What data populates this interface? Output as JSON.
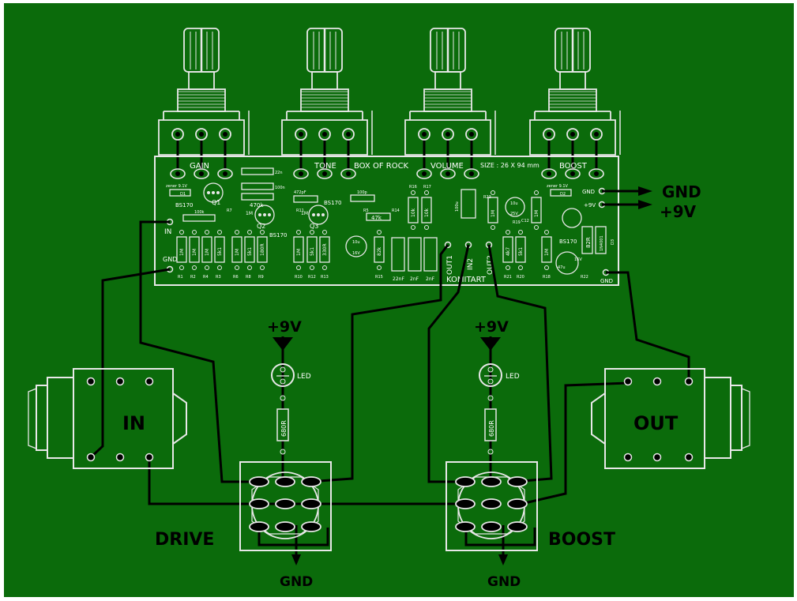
{
  "colors": {
    "board": "#0b6b0b",
    "silk": "#e8e8e8",
    "wire": "#000000"
  },
  "pcb": {
    "title": "BOX OF ROCK",
    "size": "SIZE : 26 X 94 mm",
    "brand": "KOMITART",
    "pot_labels": [
      "GAIN",
      "TONE",
      "VOLUME",
      "BOOST"
    ],
    "pins": {
      "in": "IN",
      "gnd": "GND",
      "gnd_right": "GND",
      "v9": "+9V",
      "gnd_bottom": "GND"
    },
    "outs": [
      "OUT1",
      "IN2",
      "OUT2"
    ],
    "transistors": [
      "Q1",
      "Q2",
      "Q3"
    ],
    "bs170": "BS170",
    "zener": "zener 9.1V",
    "components": {
      "c22n": "22n",
      "c100n": "100n",
      "c470k": "470k",
      "c10n": "10n",
      "c100ka": "100k",
      "c472p": "472pF",
      "c100p": "100p",
      "r1m_a": "1M",
      "r1m_b": "1M",
      "r47k": "47k",
      "r10k_a": "10k",
      "r10k_b": "10k",
      "c100u": "100u",
      "r1m_c": "1M",
      "e10u": "10u",
      "e10u_v": "25V",
      "r1m_d": "1M",
      "d2": "D2",
      "d1": "D1",
      "r82r": "82R",
      "r1n4001": "1N4001",
      "e47u": "47u",
      "e47u_v": "16V",
      "d3": "D3",
      "e10u_b": "10u",
      "e10u_b_v": "16V",
      "r82k": "82k",
      "c22nf": "22nF",
      "c2nf_a": "2nF",
      "c2nf_b": "2nF",
      "r4k7": "4k7",
      "r5k1_a": "5k1",
      "r1m_e": "1M",
      "r5k1_b": "5k1",
      "r180r": "180R",
      "r330r": "330R",
      "r1m_f": "1M",
      "r5k1_c": "5k1",
      "r1m_g": "1M",
      "r1m_h": "1M",
      "r1m_i": "1M",
      "r1m_j": "1M",
      "r5k1_d": "5k1"
    },
    "refs_bottom": [
      "R1",
      "R2",
      "R4",
      "R3",
      "R6",
      "R8",
      "R9",
      "R10",
      "R12",
      "R13",
      "R15",
      "R21",
      "R20",
      "R18",
      "R22"
    ],
    "refs_top": [
      "R16",
      "R17",
      "R11",
      "R7",
      "R5",
      "R14",
      "R19",
      "R23",
      "C12"
    ]
  },
  "labels": {
    "gnd_out": "GND",
    "v9_out": "+9V",
    "v9_left": "+9V",
    "v9_right": "+9V",
    "led_left": "LED",
    "led_right": "LED",
    "res_left": "680R",
    "res_right": "680R",
    "jack_in": "IN",
    "jack_out": "OUT",
    "drive": "DRIVE",
    "boost": "BOOST",
    "gnd_left": "GND",
    "gnd_right": "GND"
  }
}
